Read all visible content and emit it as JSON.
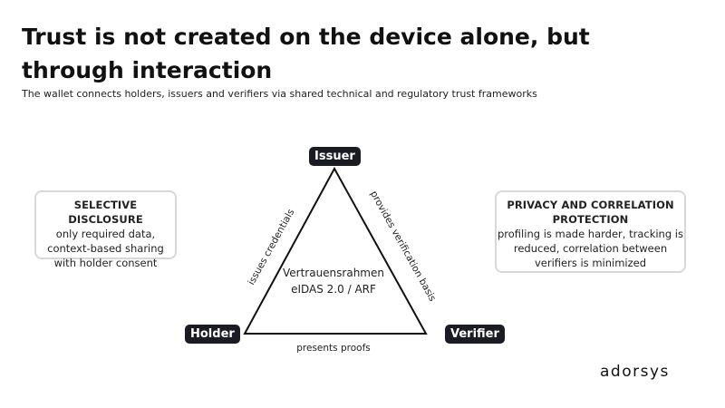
{
  "header": {
    "title": "Trust is not created on the device alone, but through interaction",
    "subtitle": "The wallet connects holders, issuers and verifiers via shared technical and regulatory trust frameworks"
  },
  "diagram": {
    "nodes": {
      "issuer": "Issuer",
      "holder": "Holder",
      "verifier": "Verifier"
    },
    "edges": {
      "issues": "issues credentials",
      "provides": "provides verification basis",
      "presents": "presents proofs"
    },
    "center": {
      "line1": "Vertrauensrahmen",
      "line2": "eIDAS 2.0 / ARF"
    }
  },
  "boxes": {
    "left": {
      "heading": "SELECTIVE DISCLOSURE",
      "line1": "only required data,",
      "line2": "context-based sharing",
      "line3": "with holder consent"
    },
    "right": {
      "heading1": "PRIVACY AND CORRELATION",
      "heading2": "PROTECTION",
      "line1": "profiling is made harder, tracking is",
      "line2": "reduced, correlation between",
      "line3": "verifiers is minimized"
    }
  },
  "brand": {
    "logo": "adorsys"
  },
  "colors": {
    "node_bg": "#1b1b24",
    "box_border": "#d6d8dc",
    "line": "#111111"
  }
}
